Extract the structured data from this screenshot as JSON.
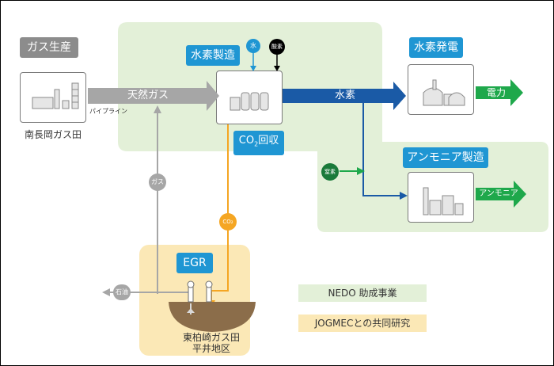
{
  "sections": {
    "gas_production": "ガス生産",
    "hydrogen_production": "水素製造",
    "hydrogen_power": "水素発電",
    "ammonia_production": "アンモニア製造",
    "egr": "EGR",
    "co2_capture_prefix": "CO",
    "co2_capture_sub": "2",
    "co2_capture_suffix": "回収"
  },
  "flows": {
    "natural_gas": "天然ガス",
    "pipeline": "パイプライン",
    "hydrogen": "水素",
    "electricity": "電力",
    "ammonia": "アンモニア",
    "gas": "ガス",
    "co2": "CO₂",
    "oil": "石油"
  },
  "inputs": {
    "water": "水",
    "oxygen": "酸素",
    "nitrogen": "窒素"
  },
  "captions": {
    "source_field": "南長岡ガス田",
    "egr_field_line1": "東柏崎ガス田",
    "egr_field_line2": "平井地区"
  },
  "legend": {
    "nedo": "NEDO 助成事業",
    "jogmec": "JOGMECとの共同研究"
  },
  "colors": {
    "green_area": "#e3f0d8",
    "yellow_area": "#fbe8b6",
    "blue_arrow": "#1a5aa6",
    "green_arrow": "#1ea84b",
    "gray_arrow": "#a6a6a6",
    "orange_line": "#f5a623",
    "label_blue": "#1f96d3",
    "label_gray": "#8c8c8c"
  }
}
